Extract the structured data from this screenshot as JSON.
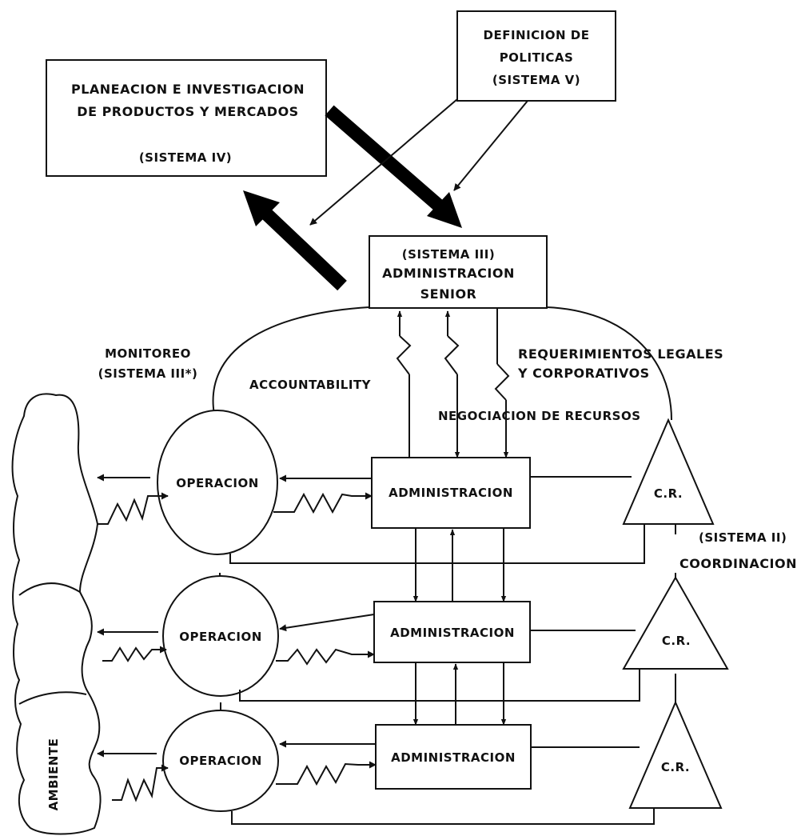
{
  "system5": {
    "lines": [
      "DEFINICION DE",
      "POLITICAS",
      "(SISTEMA V)"
    ]
  },
  "system4": {
    "lines": [
      "PLANEACION E INVESTIGACION",
      "DE PRODUCTOS Y MERCADOS"
    ],
    "tag": "(SISTEMA IV)"
  },
  "system3": {
    "lines": [
      "(SISTEMA III)",
      "ADMINISTRACION",
      "SENIOR"
    ]
  },
  "monitoring": {
    "lines": [
      "MONITOREO",
      "(SISTEMA III*)"
    ]
  },
  "accountability": "ACCOUNTABILITY",
  "legal": {
    "lines": [
      "REQUERIMIENTOS LEGALES",
      "Y CORPORATIVOS"
    ]
  },
  "negotiation": "NEGOCIACION DE RECURSOS",
  "system2": {
    "lines": [
      "(SISTEMA II)",
      "COORDINACION"
    ]
  },
  "environment": "AMBIENTE",
  "units": [
    {
      "operation": "OPERACION",
      "management": "ADMINISTRACION",
      "regulator": "C.R."
    },
    {
      "operation": "OPERACION",
      "management": "ADMINISTRACION",
      "regulator": "C.R."
    },
    {
      "operation": "OPERACION",
      "management": "ADMINISTRACION",
      "regulator": "C.R."
    }
  ],
  "colors": {
    "ink": "#111111",
    "paper": "#ffffff"
  }
}
